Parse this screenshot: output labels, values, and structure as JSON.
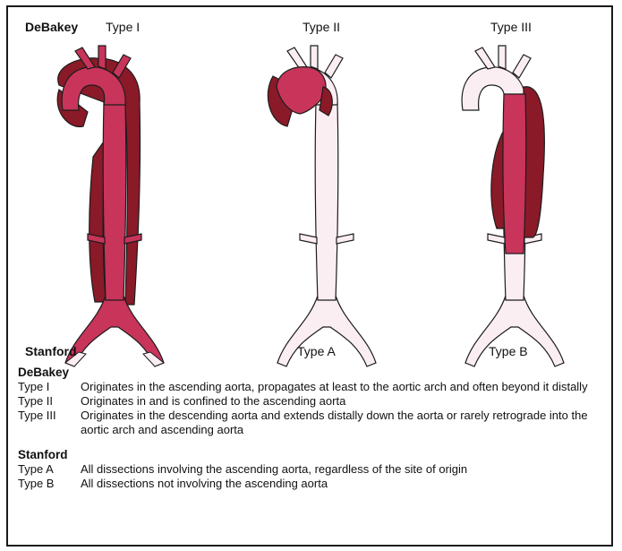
{
  "colors": {
    "lumen": "#fbeef2",
    "false_lumen": "#8a1a28",
    "true_lumen_dissected": "#c8345a",
    "outline": "#1c1c1c"
  },
  "top_row": {
    "system": "DeBakey",
    "types": [
      "Type I",
      "Type II",
      "Type III"
    ]
  },
  "bottom_row": {
    "system": "Stanford",
    "types": [
      "Type A",
      "Type B"
    ]
  },
  "legend": {
    "debakey": {
      "title": "DeBakey",
      "rows": [
        {
          "type": "Type I",
          "desc": "Originates in the ascending aorta, propagates at least to the aortic arch and often beyond it distally"
        },
        {
          "type": "Type II",
          "desc": "Originates in and is confined to the ascending aorta"
        },
        {
          "type": "Type III",
          "desc": "Originates in the descending aorta and extends distally down the aorta or rarely retrograde into the aortic arch and ascending aorta"
        }
      ]
    },
    "stanford": {
      "title": "Stanford",
      "rows": [
        {
          "type": "Type A",
          "desc": "All dissections involving the ascending aorta, regardless of the site of origin"
        },
        {
          "type": "Type B",
          "desc": "All dissections not involving the ascending aorta"
        }
      ]
    }
  }
}
